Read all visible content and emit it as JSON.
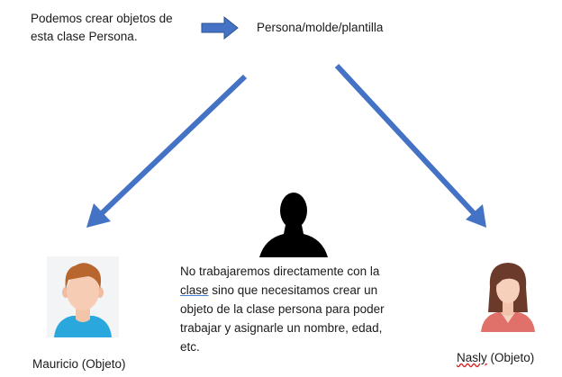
{
  "intro": {
    "line1": "Podemos crear objetos de",
    "line2": "esta clase Persona."
  },
  "class_label": "Persona/molde/plantilla",
  "explanation": {
    "line1": "No trabajaremos directamente con la",
    "word_clase": "clase",
    "line2_rest": " sino que necesitamos crear un",
    "line3": "objeto de la clase persona para poder",
    "line4": "trabajar y asignarle un nombre, edad,",
    "line5": "etc."
  },
  "mauricio_label": "Mauricio (Objeto)",
  "nasly": {
    "name": "Nasly",
    "suffix": " (Objeto)"
  },
  "icons": {
    "right_arrow": "right-arrow-icon",
    "persona": "person-silhouette-icon",
    "mauricio": "male-avatar-icon",
    "nasly": "female-avatar-icon"
  },
  "colors": {
    "arrow": "#4472c4",
    "arrow_stroke": "#2f528f",
    "text": "#1a1a1a"
  }
}
